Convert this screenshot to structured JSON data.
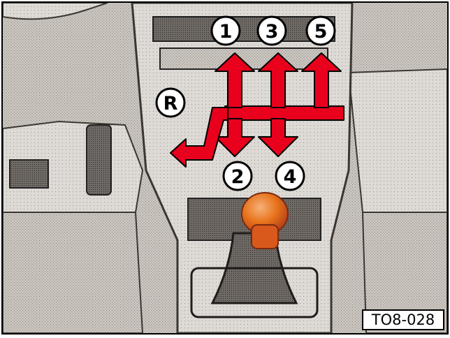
{
  "figure": {
    "reference_code": "TO8-028",
    "gear_labels": {
      "first": "1",
      "second": "2",
      "third": "3",
      "fourth": "4",
      "fifth": "5",
      "reverse": "R"
    },
    "colors": {
      "shift_arrows": "#e8001c",
      "gear_knob": "#e8741c",
      "badge_fill": "#ffffff",
      "badge_outline": "#000000",
      "interior": "#bdb8b2"
    }
  }
}
